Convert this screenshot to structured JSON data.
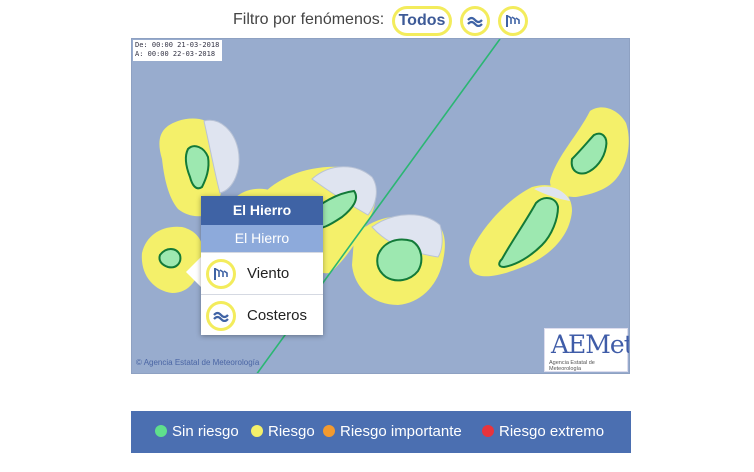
{
  "filter": {
    "label": "Filtro por fenómenos:",
    "todos_label": "Todos",
    "coastal_icon": "waves-icon",
    "wind_icon": "wind-flag-icon"
  },
  "map": {
    "date_from": "De: 00:00 21-03-2018",
    "date_to": "A:  00:00 22-03-2018",
    "copyright": "Agencia Estatal de Meteorología",
    "logo_text": "AEMet",
    "logo_subtitle": "Agencia Estatal de Meteorología",
    "colors": {
      "sea": "#98acce",
      "warning": "#f4f06a",
      "no_warning_zone": "#dfe4f0",
      "island": "#9de8b0",
      "island_border": "#137a39",
      "track_line": "#2bb673"
    }
  },
  "popup": {
    "title": "El Hierro",
    "zone": "El Hierro",
    "items": [
      {
        "label": "Viento",
        "icon": "wind-flag-icon"
      },
      {
        "label": "Costeros",
        "icon": "waves-icon"
      }
    ]
  },
  "legend": [
    {
      "label": "Sin riesgo",
      "color": "#5fe08c"
    },
    {
      "label": "Riesgo",
      "color": "#f4f06a"
    },
    {
      "label": "Riesgo importante",
      "color": "#f39a2f"
    },
    {
      "label": "Riesgo extremo",
      "color": "#e8343c"
    }
  ]
}
